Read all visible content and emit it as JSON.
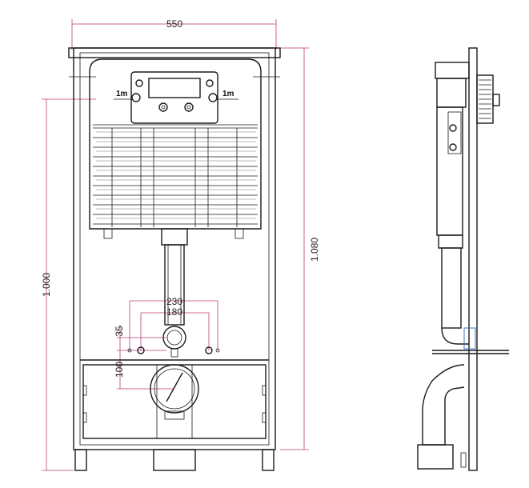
{
  "dimensions": {
    "frame_width": "550",
    "total_height": "1.080",
    "cistern_height": "1.000",
    "inlet_spacing_outer": "230",
    "inlet_spacing_inner": "180",
    "inlet_offset": "35",
    "drain_offset": "100"
  },
  "labels": {
    "inlet_left": "1m",
    "inlet_right": "1m"
  },
  "colors": {
    "dimension_line": "#c0387a",
    "outline": "#1a1a1a",
    "detail_blue": "#4a6fc7"
  }
}
